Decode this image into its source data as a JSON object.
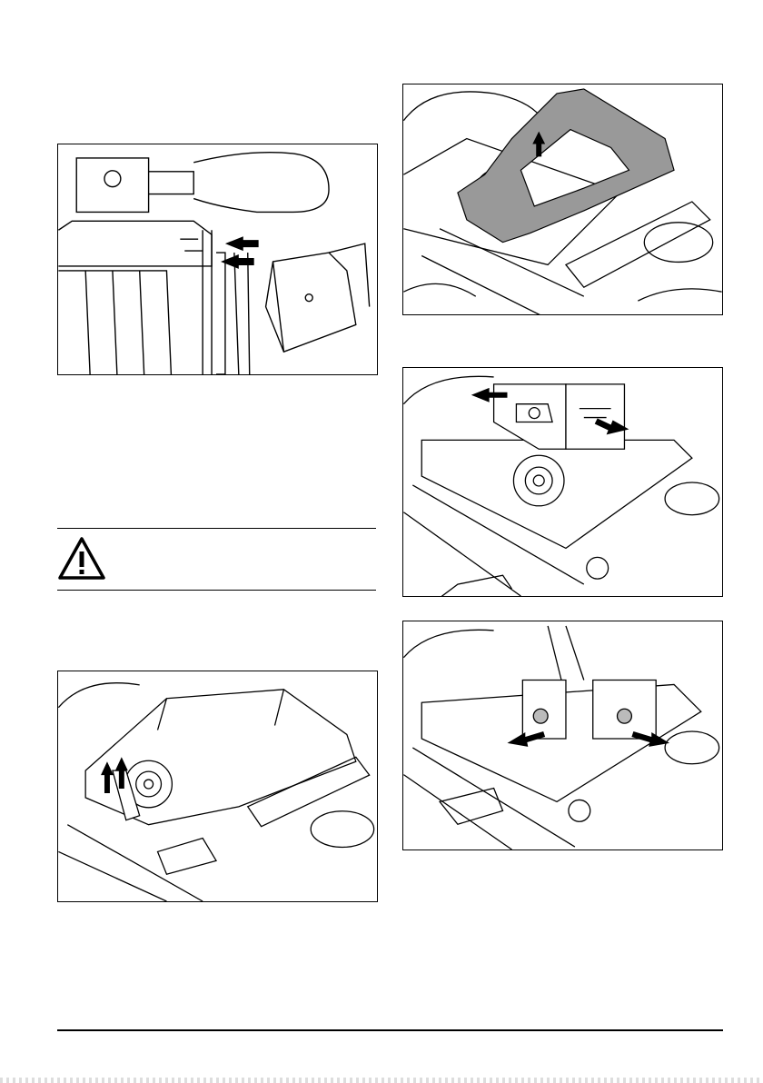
{
  "page": {
    "figures": [
      {
        "id": "fig-hood-rods",
        "icon": "arrows-pointing-left",
        "description": "rods under hood"
      },
      {
        "id": "fig-lift-frame",
        "icon": "arrow-up"
      },
      {
        "id": "fig-pull-out-pins",
        "icon": "arrows-outward"
      },
      {
        "id": "fig-remove-pins",
        "icon": "arrows-outward-down"
      },
      {
        "id": "fig-lift-lever",
        "icon": "double-arrow-up"
      }
    ],
    "warning": {
      "icon": "warning-triangle-icon",
      "color": "#000000"
    }
  }
}
